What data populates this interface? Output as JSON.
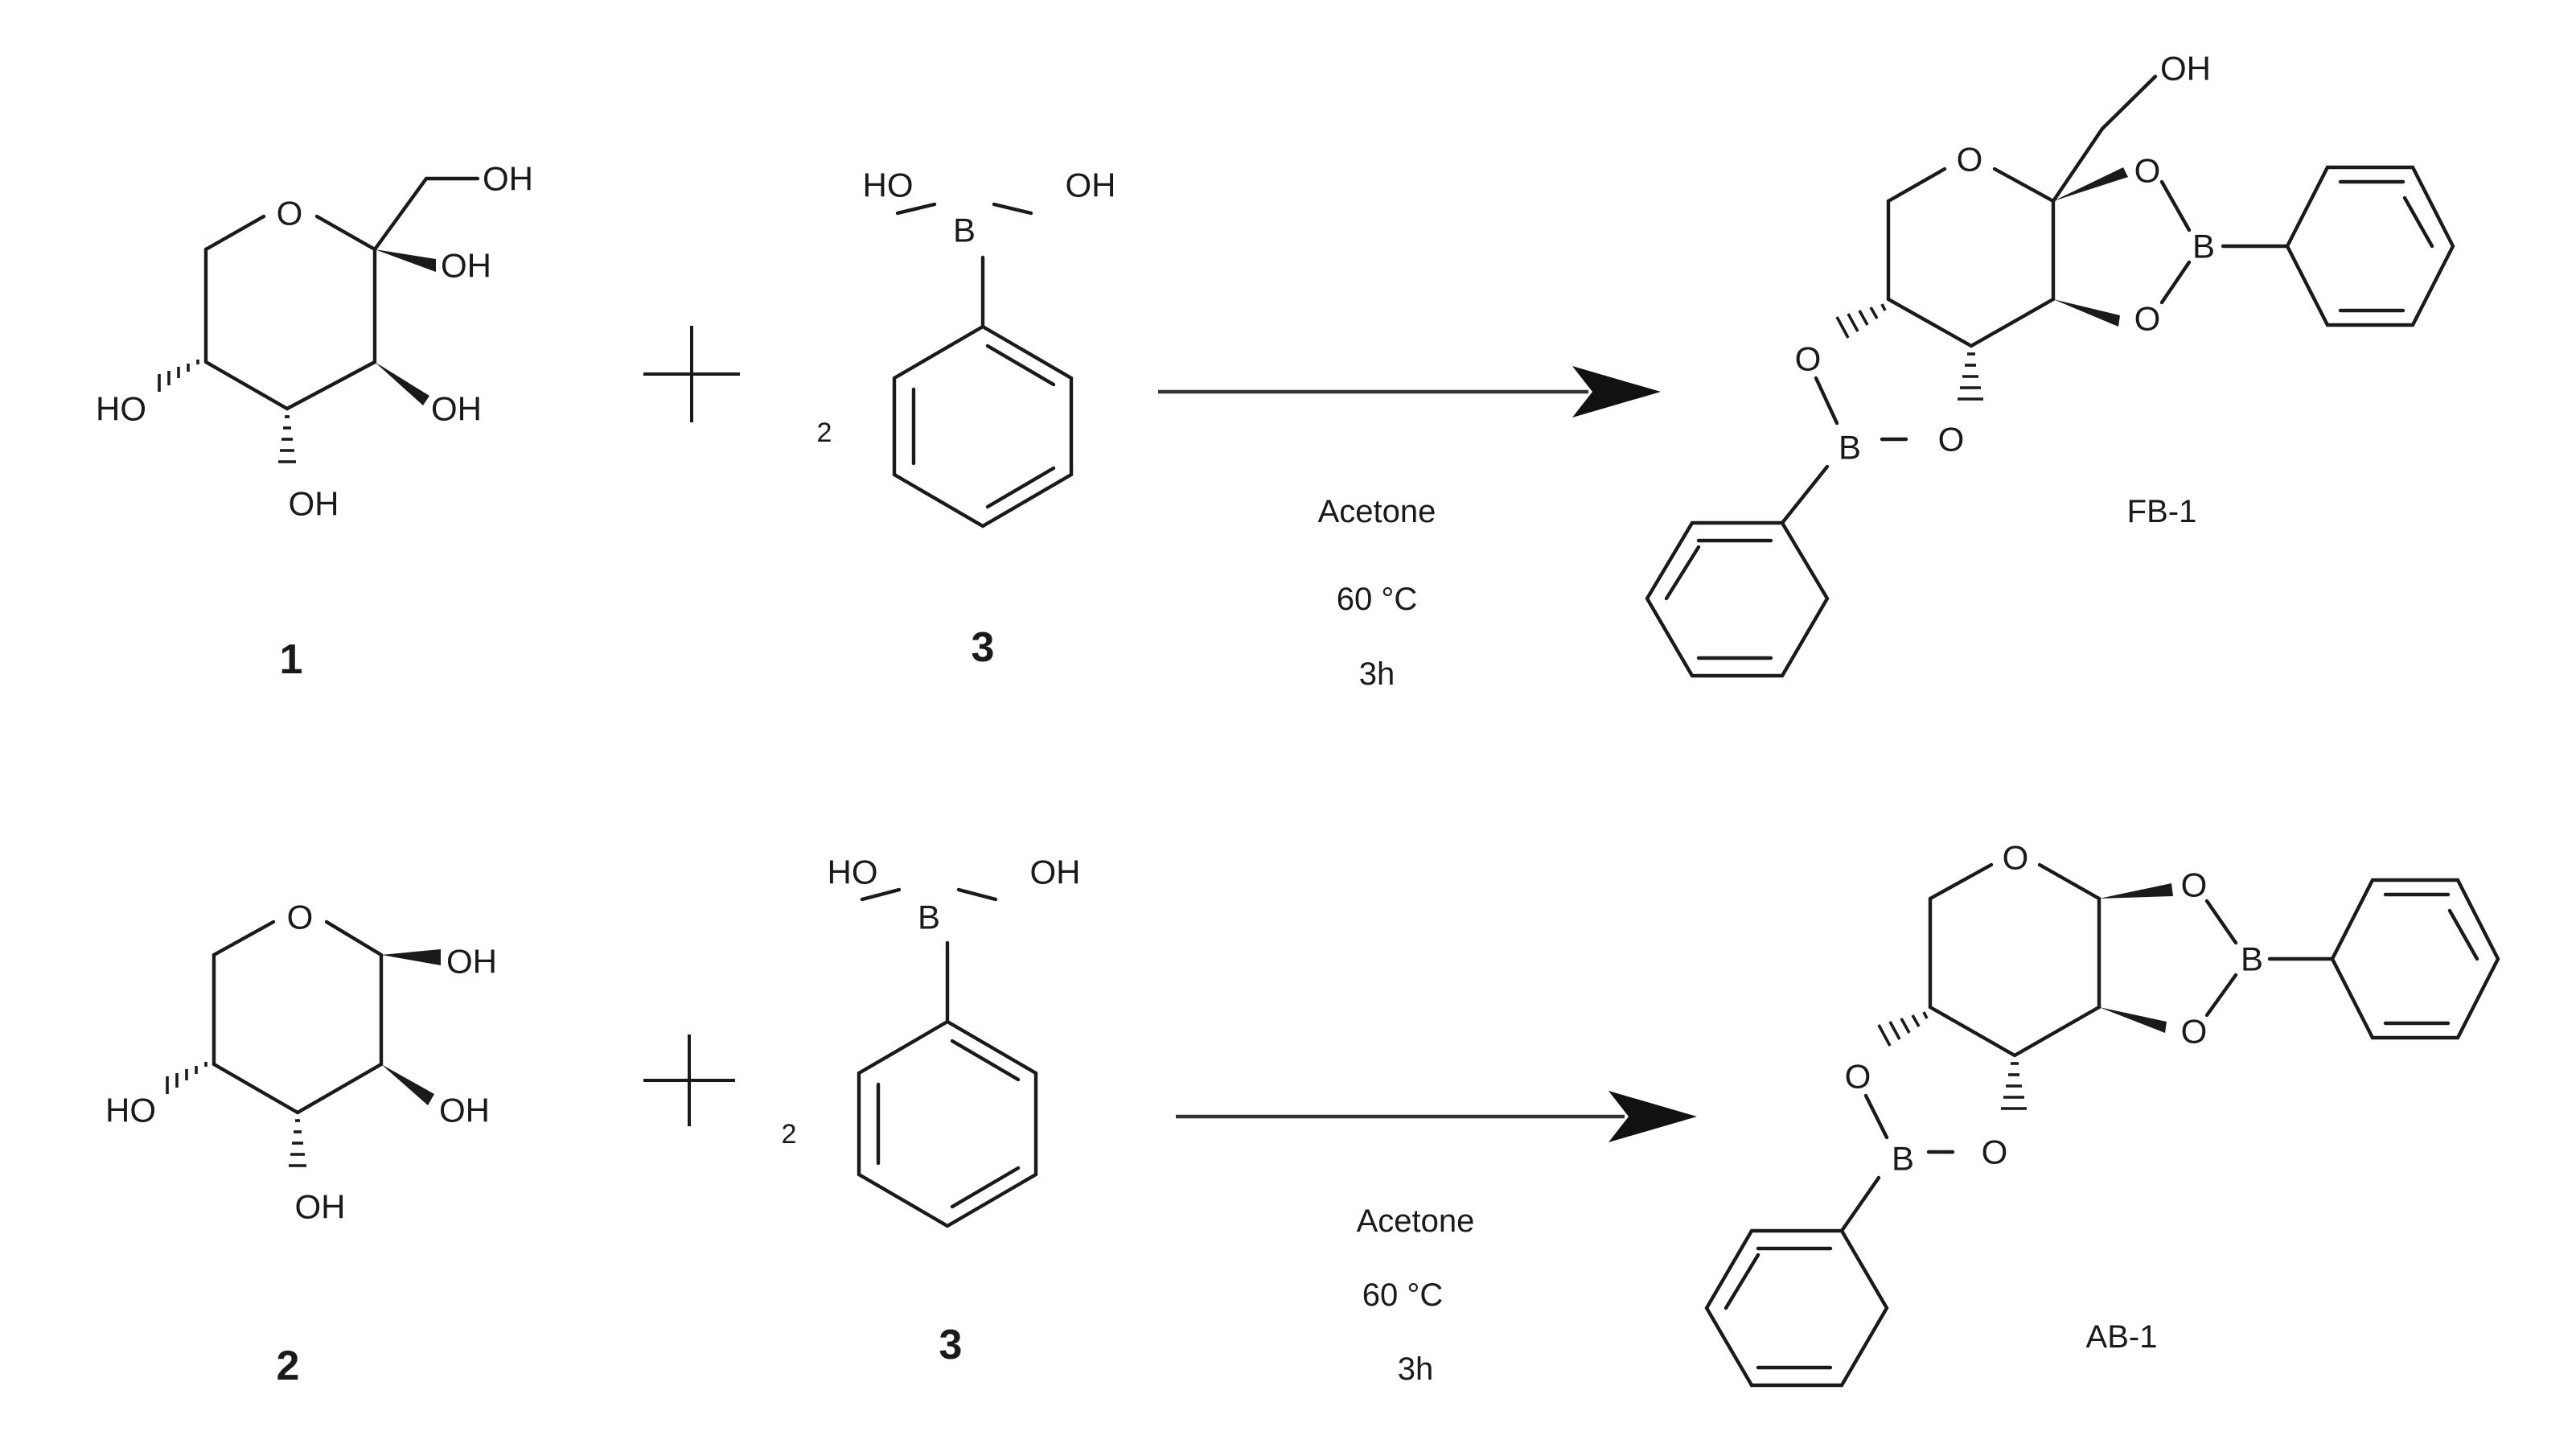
{
  "scheme_rows": [
    {
      "reactant_1": {
        "number": "1",
        "atoms": {
          "ring_o": "O",
          "ch2oh": "OH",
          "oh_anomeric": "OH",
          "oh_c3": "OH",
          "oh_c4": "OH",
          "oh_c5": "HO"
        }
      },
      "reactant_2": {
        "number": "3",
        "coefficient": "2",
        "atoms": {
          "boron": "B",
          "oh_left": "HO",
          "oh_right": "OH"
        }
      },
      "conditions": {
        "solvent": "Acetone",
        "temperature": "60 °C",
        "time": "3h"
      },
      "product": {
        "label": "FB-1",
        "atoms": {
          "ring_o": "O",
          "ch2oh": "OH",
          "o1": "O",
          "o2": "O",
          "b1": "B",
          "o3": "O",
          "o4": "O",
          "b2": "B"
        }
      }
    },
    {
      "reactant_1": {
        "number": "2",
        "atoms": {
          "ring_o": "O",
          "oh_anomeric": "OH",
          "oh_c2": "OH",
          "oh_c3": "OH",
          "oh_c4": "HO"
        }
      },
      "reactant_2": {
        "number": "3",
        "coefficient": "2",
        "atoms": {
          "boron": "B",
          "oh_left": "HO",
          "oh_right": "OH"
        }
      },
      "conditions": {
        "solvent": "Acetone",
        "temperature": "60 °C",
        "time": "3h"
      },
      "product": {
        "label": "AB-1",
        "atoms": {
          "ring_o": "O",
          "o1": "O",
          "o2": "O",
          "b1": "B",
          "o3": "O",
          "o4": "O",
          "b2": "B"
        }
      }
    }
  ]
}
